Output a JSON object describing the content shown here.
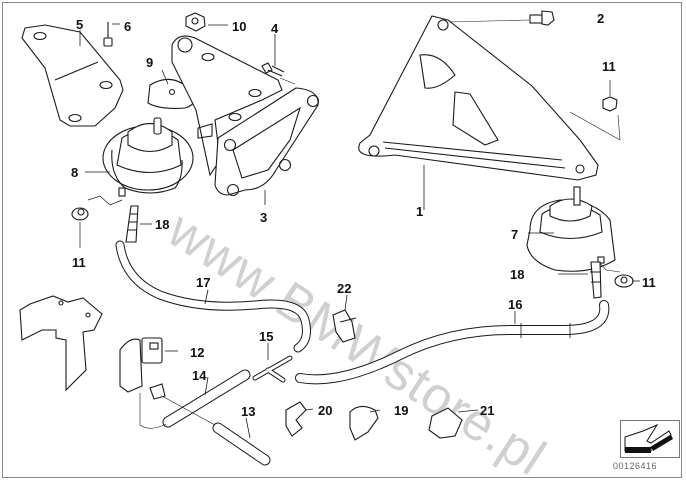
{
  "diagram": {
    "title": "Engine mount / vacuum hose parts diagram",
    "watermark": "www.BMWstore.pl",
    "diagram_id": "00126416",
    "callouts": [
      {
        "id": "c1",
        "label": "1",
        "part": "engine-support-bracket-right"
      },
      {
        "id": "c2",
        "label": "2",
        "part": "hex-bolt"
      },
      {
        "id": "c3",
        "label": "3",
        "part": "engine-support-bracket-left"
      },
      {
        "id": "c4",
        "label": "4",
        "part": "hex-bolt"
      },
      {
        "id": "c5",
        "label": "5",
        "part": "bracket"
      },
      {
        "id": "c6",
        "label": "6",
        "part": "bolt"
      },
      {
        "id": "c7",
        "label": "7",
        "part": "engine-mount-right"
      },
      {
        "id": "c8",
        "label": "8",
        "part": "engine-mount-left"
      },
      {
        "id": "c9",
        "label": "9",
        "part": "heat-shield"
      },
      {
        "id": "c10",
        "label": "10",
        "part": "nut"
      },
      {
        "id": "c11a",
        "label": "11",
        "part": "nut"
      },
      {
        "id": "c11b",
        "label": "11",
        "part": "nut"
      },
      {
        "id": "c11c",
        "label": "11",
        "part": "nut"
      },
      {
        "id": "c12",
        "label": "12",
        "part": "solenoid-valve"
      },
      {
        "id": "c13",
        "label": "13",
        "part": "hose"
      },
      {
        "id": "c14",
        "label": "14",
        "part": "hose"
      },
      {
        "id": "c15",
        "label": "15",
        "part": "t-connector"
      },
      {
        "id": "c16",
        "label": "16",
        "part": "vacuum-hose"
      },
      {
        "id": "c17",
        "label": "17",
        "part": "vacuum-hose"
      },
      {
        "id": "c18a",
        "label": "18",
        "part": "connector"
      },
      {
        "id": "c18b",
        "label": "18",
        "part": "connector"
      },
      {
        "id": "c19",
        "label": "19",
        "part": "clamp"
      },
      {
        "id": "c20",
        "label": "20",
        "part": "clip"
      },
      {
        "id": "c21",
        "label": "21",
        "part": "clip"
      },
      {
        "id": "c22",
        "label": "22",
        "part": "clip"
      }
    ]
  }
}
